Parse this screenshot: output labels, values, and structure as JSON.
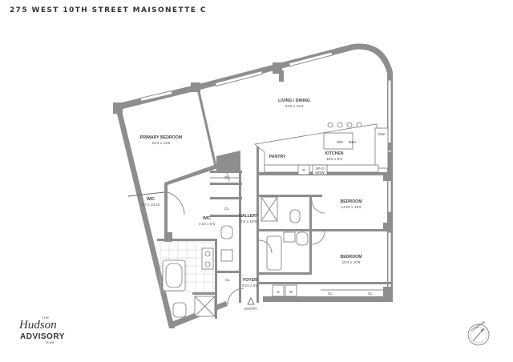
{
  "title": "275 WEST 10TH STREET MAISONETTE C",
  "rooms": {
    "living": {
      "name": "LIVING / DINING",
      "dim": "37'6 x 15'4"
    },
    "primary": {
      "name": "PRIMARY BEDROOM",
      "dim": "16'4 x 15'6"
    },
    "kitchen": {
      "name": "KITCHEN",
      "dim": "18'9 x 8'4"
    },
    "pantry": {
      "name": "PANTRY"
    },
    "wic1": {
      "name": "WIC",
      "dim": "5'7 x 10'10"
    },
    "wic2": {
      "name": "WIC",
      "dim": "4'10 x 5'5"
    },
    "gallery": {
      "name": "GALLERY",
      "dim": "4'6 x 18'9"
    },
    "bed2": {
      "name": "BEDROOM",
      "dim": "14'10 x 10'6"
    },
    "bed3": {
      "name": "BEDROOM",
      "dim": "15'4 x 10'9"
    },
    "foyer": {
      "name": "FOYER",
      "dim": "6'11 x 6'6"
    }
  },
  "labels": {
    "cl": "CL",
    "entry": "ENTRY",
    "dw": "DW",
    "wr": "WR",
    "bev": "BEV",
    "r": "R",
    "spo": "SP-O",
    "mrw": "MRW",
    "d": "D",
    "w": "W"
  },
  "brand": {
    "the": "THE",
    "line1": "Hudson",
    "line2": "ADVISORY",
    "team": "TEAM"
  },
  "compass": {
    "label": "COMPASS"
  },
  "colors": {
    "wall": "#8e8e8e",
    "text": "#333333",
    "background": "#ffffff"
  }
}
